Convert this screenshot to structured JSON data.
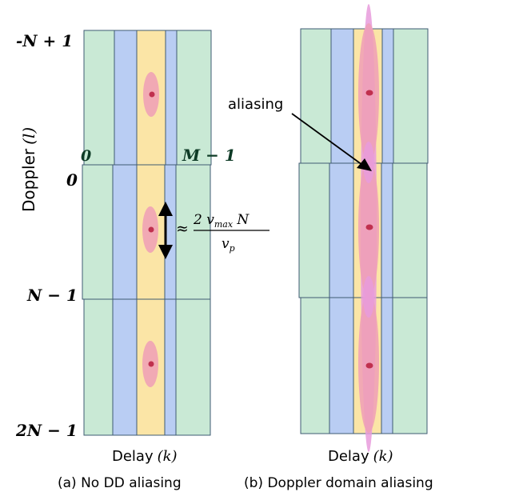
{
  "colors": {
    "green": "#c9e9d5",
    "blue": "#b9cdf3",
    "yellow": "#fbe5a6",
    "pink": "#ee9fb6",
    "violet": "#e79bdc",
    "dot": "#c0304e",
    "border": "#3f5b73"
  },
  "left_panel": {
    "caption": "(a) No DD aliasing",
    "x_axis_label": "Delay",
    "x_axis_var": "(k)",
    "y_axis_label": "Doppler",
    "y_axis_var": "(l)",
    "row_labels": [
      "-N + 1",
      "0",
      "N − 1",
      "2N − 1"
    ],
    "col_start_label": "0",
    "col_end_label": "M − 1",
    "spread_annotation": {
      "approx": "≈",
      "numerator": "2 v",
      "numerator_sub": "max",
      "numerator_tail": " N",
      "denominator": "v",
      "denominator_sub": "p"
    }
  },
  "right_panel": {
    "caption": "(b) Doppler domain aliasing",
    "x_axis_label": "Delay",
    "x_axis_var": "(k)",
    "annotation": "aliasing"
  }
}
